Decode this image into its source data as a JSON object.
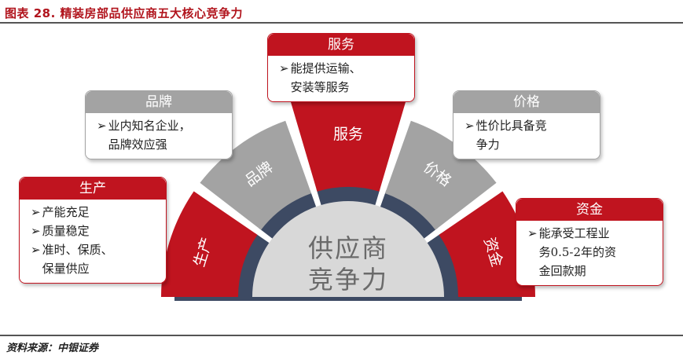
{
  "title": "图表 28. 精装房部品供应商五大核心竞争力",
  "source": "资料来源：中银证券",
  "core": {
    "line1": "供应商",
    "line2": "竞争力"
  },
  "colors": {
    "red": "#c0141f",
    "gray": "#a3a3a3",
    "navy": "#3d4a63",
    "core": "#d8d8d8"
  },
  "segments": [
    {
      "label": "生产"
    },
    {
      "label": "品牌"
    },
    {
      "label": "服务"
    },
    {
      "label": "价格"
    },
    {
      "label": "资金"
    }
  ],
  "callouts": {
    "production": {
      "title": "生产",
      "bullets": [
        "产能充足",
        "质量稳定",
        "准时、保质、",
        "保量供应"
      ]
    },
    "brand": {
      "title": "品牌",
      "bullets": [
        "业内知名企业，",
        "品牌效应强"
      ]
    },
    "service": {
      "title": "服务",
      "bullets": [
        "能提供运输、",
        "安装等服务"
      ]
    },
    "price": {
      "title": "价格",
      "bullets": [
        "性价比具备竞",
        "争力"
      ]
    },
    "capital": {
      "title": "资金",
      "bullets": [
        "能承受工程业",
        "务0.5-2年的资",
        "金回款期"
      ]
    }
  },
  "bullet_marker": "➢"
}
